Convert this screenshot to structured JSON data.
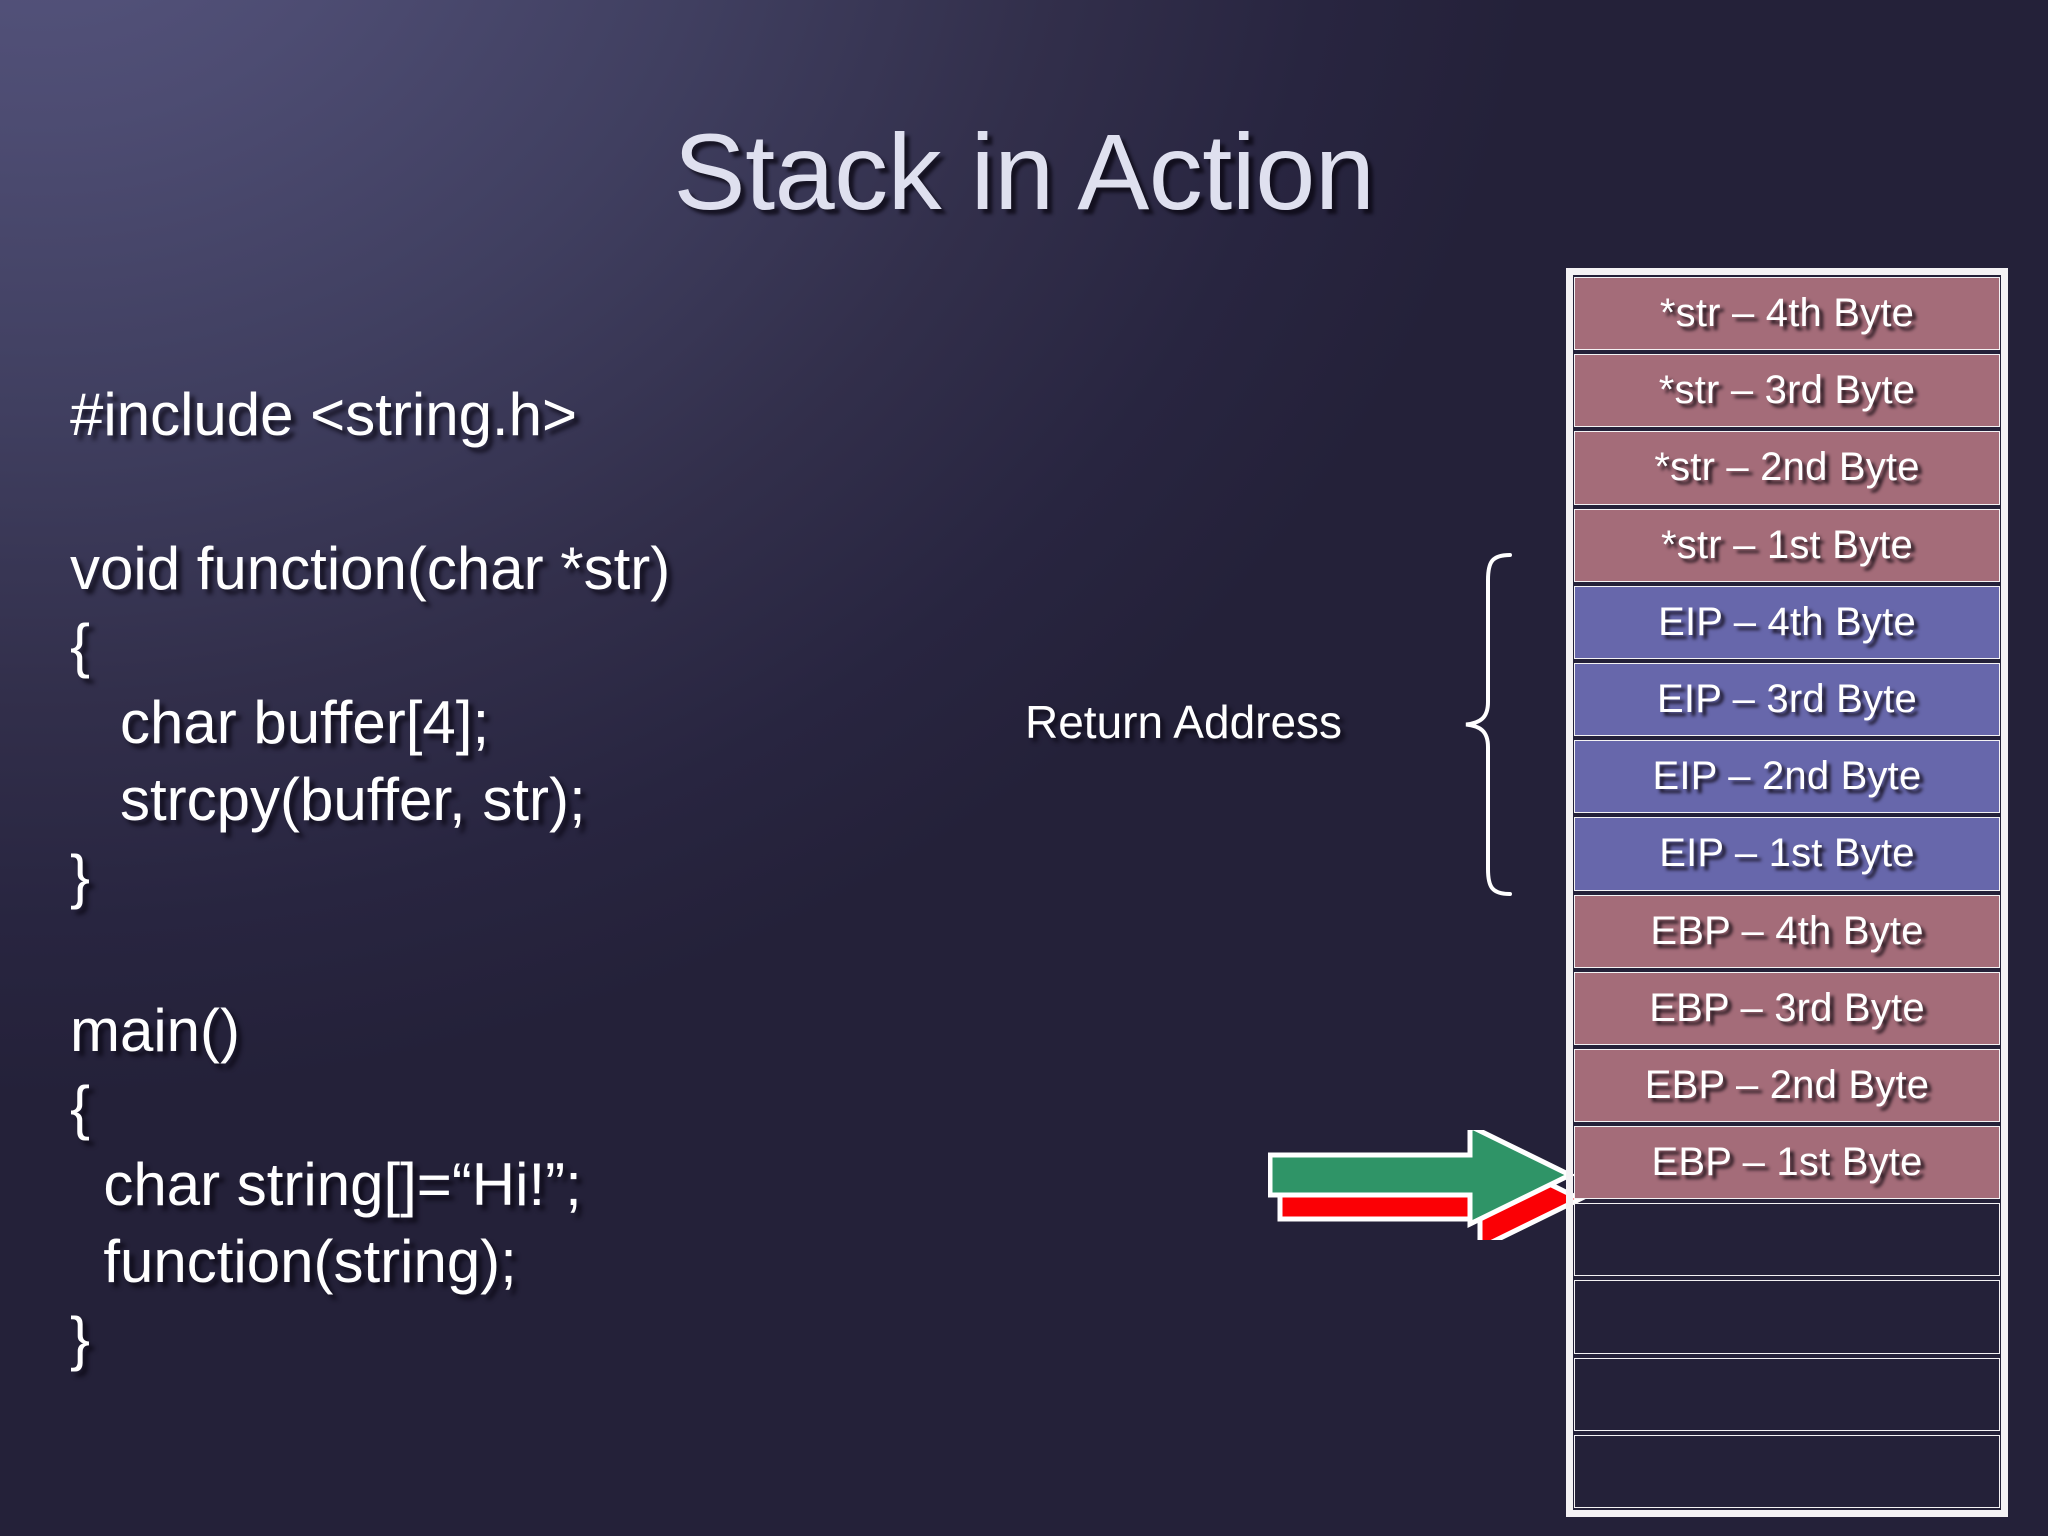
{
  "slide": {
    "title": "Stack in Action",
    "background_top_left": "#55547e",
    "background_bottom_right": "#262338"
  },
  "code": {
    "lines": [
      "#include <string.h>",
      "",
      "void function(char *str)",
      "{",
      "   char buffer[4];",
      "   strcpy(buffer, str);",
      "}",
      "",
      "main()",
      "{",
      "  char string[]=“Hi!”;",
      "  function(string);",
      "}"
    ],
    "text_color": "#ffffff"
  },
  "annotation": {
    "return_address_label": "Return Address",
    "brace_color": "#ffffff"
  },
  "arrow": {
    "name": "stack-pointer-arrow",
    "green_color": "#2f9467",
    "red_color": "#fb0005",
    "outline_color": "#ffffff",
    "direction": "right"
  },
  "stack": {
    "border_color": "#f4f2f4",
    "colors": {
      "str": "#a46c79",
      "eip": "#6767ab",
      "ebp": "#a46c79",
      "empty": "transparent"
    },
    "rows": [
      {
        "label": "*str – 4th Byte",
        "kind": "str"
      },
      {
        "label": "*str – 3rd Byte",
        "kind": "str"
      },
      {
        "label": "*str – 2nd Byte",
        "kind": "str"
      },
      {
        "label": "*str – 1st Byte",
        "kind": "str"
      },
      {
        "label": "EIP – 4th Byte",
        "kind": "eip"
      },
      {
        "label": "EIP – 3rd Byte",
        "kind": "eip"
      },
      {
        "label": "EIP – 2nd Byte",
        "kind": "eip"
      },
      {
        "label": "EIP – 1st Byte",
        "kind": "eip"
      },
      {
        "label": "EBP – 4th Byte",
        "kind": "ebp"
      },
      {
        "label": "EBP – 3rd Byte",
        "kind": "ebp"
      },
      {
        "label": "EBP – 2nd Byte",
        "kind": "ebp"
      },
      {
        "label": "EBP – 1st Byte",
        "kind": "ebp"
      },
      {
        "label": "",
        "kind": "empty"
      },
      {
        "label": "",
        "kind": "empty"
      },
      {
        "label": "",
        "kind": "empty"
      },
      {
        "label": "",
        "kind": "empty"
      }
    ]
  }
}
